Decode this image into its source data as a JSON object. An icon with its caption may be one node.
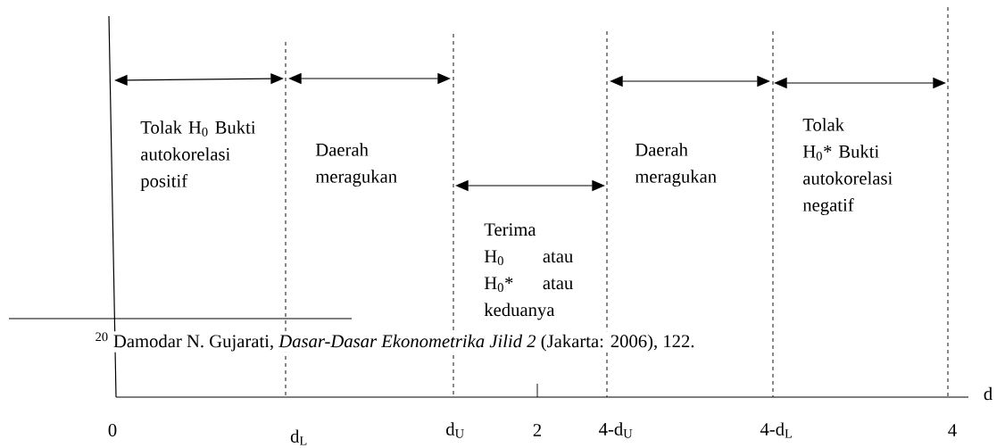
{
  "diagram": {
    "labels": [
      "Tolak H$_{0}$ Bukti autokorelasi positif",
      "Daerah meragukan",
      "Terima H$_{0}$ atau H$_{0}$* atau keduanya",
      "Daerah meragukan",
      "Tolak H$_{0}$* Bukti autokorelasi negatif",
      "$^{20}$ Damodar N. Gujarati, *Dasar-Dasar Ekonometrika Jilid 2* (Jakarta: 2006), 122.",
      "d",
      "0",
      "d$_{L}$",
      "d$_{U}$",
      "2",
      "4-d$_{U}$",
      "4-d$_{L}$",
      "4"
    ]
  }
}
